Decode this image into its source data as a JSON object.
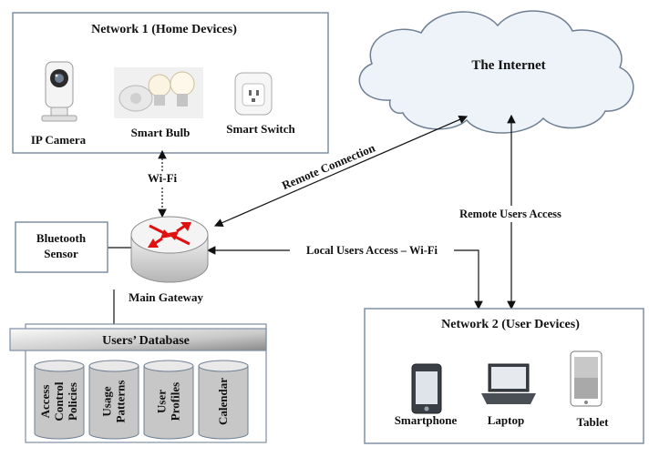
{
  "network1": {
    "title": "Network 1 (Home Devices)",
    "devices": [
      "IP Camera",
      "Smart Bulb",
      "Smart Switch"
    ]
  },
  "internet": {
    "label": "The Internet"
  },
  "gateway": {
    "label": "Main Gateway"
  },
  "bluetooth": {
    "line1": "Bluetooth",
    "line2": "Sensor"
  },
  "connections": {
    "wifi": "Wi-Fi",
    "remote_connection": "Remote Connection",
    "remote_users": "Remote Users Access",
    "local_users": "Local Users Access – Wi-Fi"
  },
  "database": {
    "title": "Users’ Database",
    "columns": [
      [
        "Access",
        "Control",
        "Policies"
      ],
      [
        "Usage",
        "Patterns"
      ],
      [
        "User",
        "Profiles"
      ],
      [
        "Calendar"
      ]
    ]
  },
  "network2": {
    "title": "Network 2 (User Devices)",
    "devices": [
      "Smartphone",
      "Laptop",
      "Tablet"
    ]
  },
  "colors": {
    "router_arrow": "#e01010",
    "cloud_fill": "#eef3fa",
    "border": "#7d8fa3"
  }
}
